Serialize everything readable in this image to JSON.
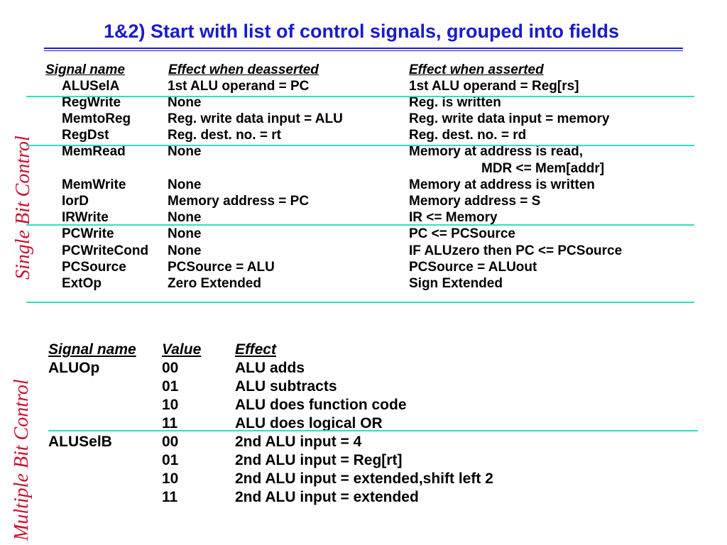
{
  "title": "1&2) Start with list of control signals, grouped into fields",
  "side_labels": {
    "single": "Single Bit Control",
    "multiple": "Multiple Bit Control"
  },
  "single_table": {
    "headers": {
      "name": "Signal name",
      "deasserted": "Effect when deasserted",
      "asserted": "Effect when asserted"
    },
    "rows": [
      {
        "name": "ALUSelA",
        "deasserted": "1st ALU operand = PC",
        "asserted": "1st ALU operand = Reg[rs]"
      },
      {
        "name": "RegWrite",
        "deasserted": "None",
        "asserted": "Reg. is written"
      },
      {
        "name": "MemtoReg",
        "deasserted": "Reg. write data input = ALU",
        "asserted": "Reg. write data input = memory"
      },
      {
        "name": "RegDst",
        "deasserted": "Reg. dest. no. =  rt",
        "asserted": "Reg. dest. no. =  rd"
      },
      {
        "name": "MemRead",
        "deasserted": "None",
        "asserted": "Memory at address is read,"
      },
      {
        "name": "",
        "deasserted": "",
        "asserted": "MDR <= Mem[addr]"
      },
      {
        "name": "MemWrite",
        "deasserted": "None",
        "asserted": "Memory at address is written"
      },
      {
        "name": "IorD",
        "deasserted": "Memory address = PC",
        "asserted": "Memory address = S"
      },
      {
        "name": "IRWrite",
        "deasserted": "None",
        "asserted": "IR <= Memory"
      },
      {
        "name": "PCWrite",
        "deasserted": "None",
        "asserted": "PC <= PCSource"
      },
      {
        "name": "PCWriteCond",
        "deasserted": "None",
        "asserted": "IF ALUzero then PC <= PCSource"
      },
      {
        "name": "PCSource",
        "deasserted": " PCSource = ALU",
        "asserted": "PCSource = ALUout"
      },
      {
        "name": "ExtOp",
        "deasserted": "Zero Extended",
        "asserted": "Sign Extended"
      }
    ]
  },
  "multi_table": {
    "headers": {
      "name": "Signal name",
      "value": "Value",
      "effect": "Effect"
    },
    "rows": [
      {
        "name": "ALUOp",
        "value": "00",
        "effect": "ALU adds"
      },
      {
        "name": "",
        "value": "01",
        "effect": "ALU subtracts"
      },
      {
        "name": "",
        "value": "10",
        "effect": "ALU does function code"
      },
      {
        "name": "",
        "value": "11",
        "effect": "ALU does logical OR"
      },
      {
        "name": "ALUSelB",
        "value": "00",
        "effect": "2nd ALU input = 4"
      },
      {
        "name": "",
        "value": "01",
        "effect": "2nd ALU input = Reg[rt]"
      },
      {
        "name": "",
        "value": "10",
        "effect": "2nd ALU input = extended,shift left 2"
      },
      {
        "name": "",
        "value": "11",
        "effect": "2nd ALU input = extended"
      }
    ]
  }
}
